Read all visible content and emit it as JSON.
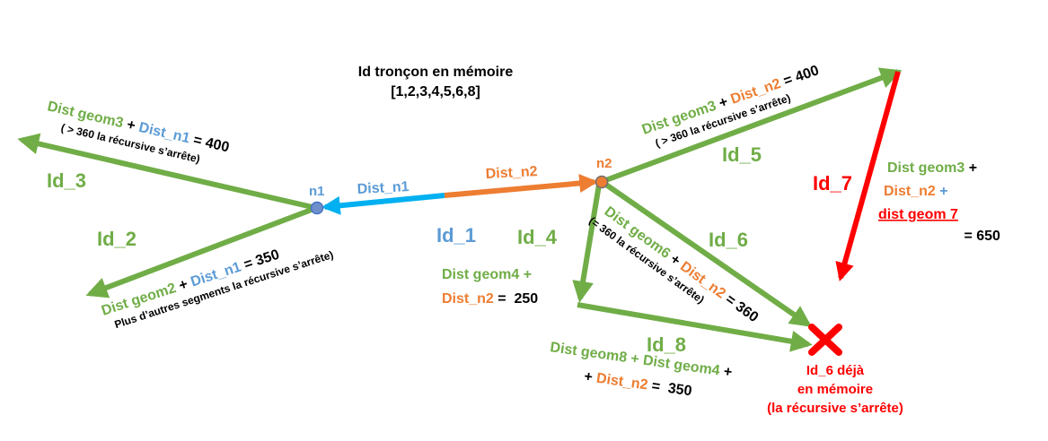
{
  "memory": {
    "title": "Id tronçon en mémoire",
    "list": "[1,2,3,4,5,6,8]"
  },
  "colors": {
    "green": "#70AD47",
    "blue": "#5B9BD5",
    "orange": "#ED7D31",
    "red": "#FF0000",
    "node": "#6E8FCB",
    "cyan": "#00B0F0"
  },
  "nodes": {
    "n1": "n1",
    "n2": "n2"
  },
  "segments": {
    "id1": "Id_1",
    "id2": "Id_2",
    "id3": "Id_3",
    "id4": "Id_4",
    "id5": "Id_5",
    "id6": "Id_6",
    "id7": "Id_7",
    "id8": "Id_8"
  },
  "labels": {
    "dist_n1": "Dist_n1",
    "dist_n2": "Dist_n2",
    "seg3": {
      "a": "Dist geom3",
      "plus": " + ",
      "b": "Dist_n1",
      "c": " = 400",
      "note": "( > 360 la récursive s’arrête)"
    },
    "seg2": {
      "a": "Dist geom2",
      "plus": " + ",
      "b": "Dist_n1",
      "c": " = 350",
      "note": "Plus d’autres segments la récursive s’arrête)"
    },
    "seg5": {
      "a": "Dist geom3",
      "plus": " + ",
      "b": "Dist_n2",
      "c": " = 400",
      "note": "( > 360 la récursive s’arrête)"
    },
    "seg4": {
      "a": "Dist geom4 +",
      "b": "Dist_n2",
      "c": " =  250"
    },
    "seg6": {
      "a": "Dist geom6",
      "plus": " + ",
      "b": "Dist_n2",
      "c": " = 360",
      "note": "(= 360 la récursive s’arrête)"
    },
    "seg7": {
      "a": "Dist geom3",
      "plus": " +",
      "b": "Dist_n2",
      "plus2": " +",
      "c": "dist geom 7",
      "d": " = ",
      "e": "650"
    },
    "seg8": {
      "a": "Dist geom8 + Dist geom4",
      "plus": " +",
      "plus2": "+ ",
      "b": "Dist_n2",
      "c": " =  350"
    },
    "already": [
      "Id_6 déjà",
      "en mémoire",
      "(la récursive s’arrête)"
    ]
  }
}
